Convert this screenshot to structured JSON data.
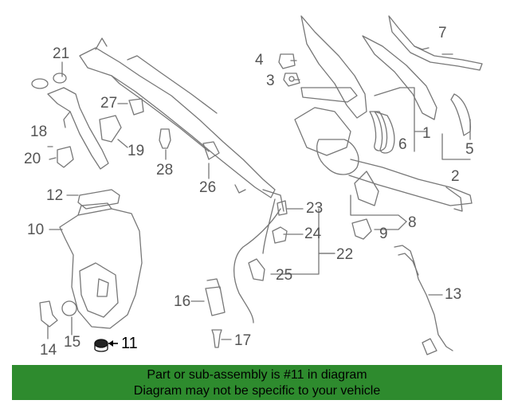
{
  "callouts": {
    "c1": "1",
    "c2": "2",
    "c3": "3",
    "c4": "4",
    "c5": "5",
    "c6": "6",
    "c7": "7",
    "c8": "8",
    "c9": "9",
    "c10": "10",
    "c11": "11",
    "c12": "12",
    "c13": "13",
    "c14": "14",
    "c15": "15",
    "c16": "16",
    "c17": "17",
    "c18": "18",
    "c19": "19",
    "c20": "20",
    "c21": "21",
    "c22": "22",
    "c23": "23",
    "c24": "24",
    "c25": "25",
    "c26": "26",
    "c27": "27",
    "c28": "28"
  },
  "banner": {
    "line1": "Part or sub-assembly is #11 in diagram",
    "line2": "Diagram may not be specific to your vehicle"
  },
  "colors": {
    "banner_bg": "#2e8b2e",
    "line": "#777777",
    "highlight": "#000000"
  }
}
